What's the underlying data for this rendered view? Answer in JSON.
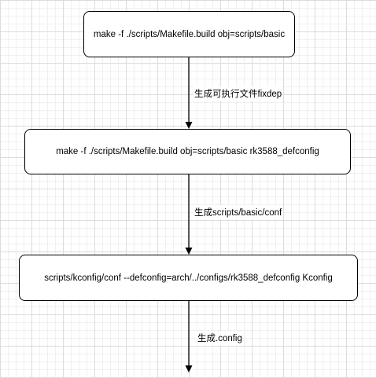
{
  "nodes": [
    {
      "label": "make -f ./scripts/Makefile.build obj=scripts/basic"
    },
    {
      "label": "make -f ./scripts/Makefile.build obj=scripts/basic rk3588_defconfig"
    },
    {
      "label": "scripts/kconfig/conf  --defconfig=arch/../configs/rk3588_defconfig Kconfig"
    }
  ],
  "edges": [
    {
      "label": "生成可执行文件fixdep"
    },
    {
      "label": "生成scripts/basic/conf"
    },
    {
      "label": "生成.config"
    }
  ]
}
